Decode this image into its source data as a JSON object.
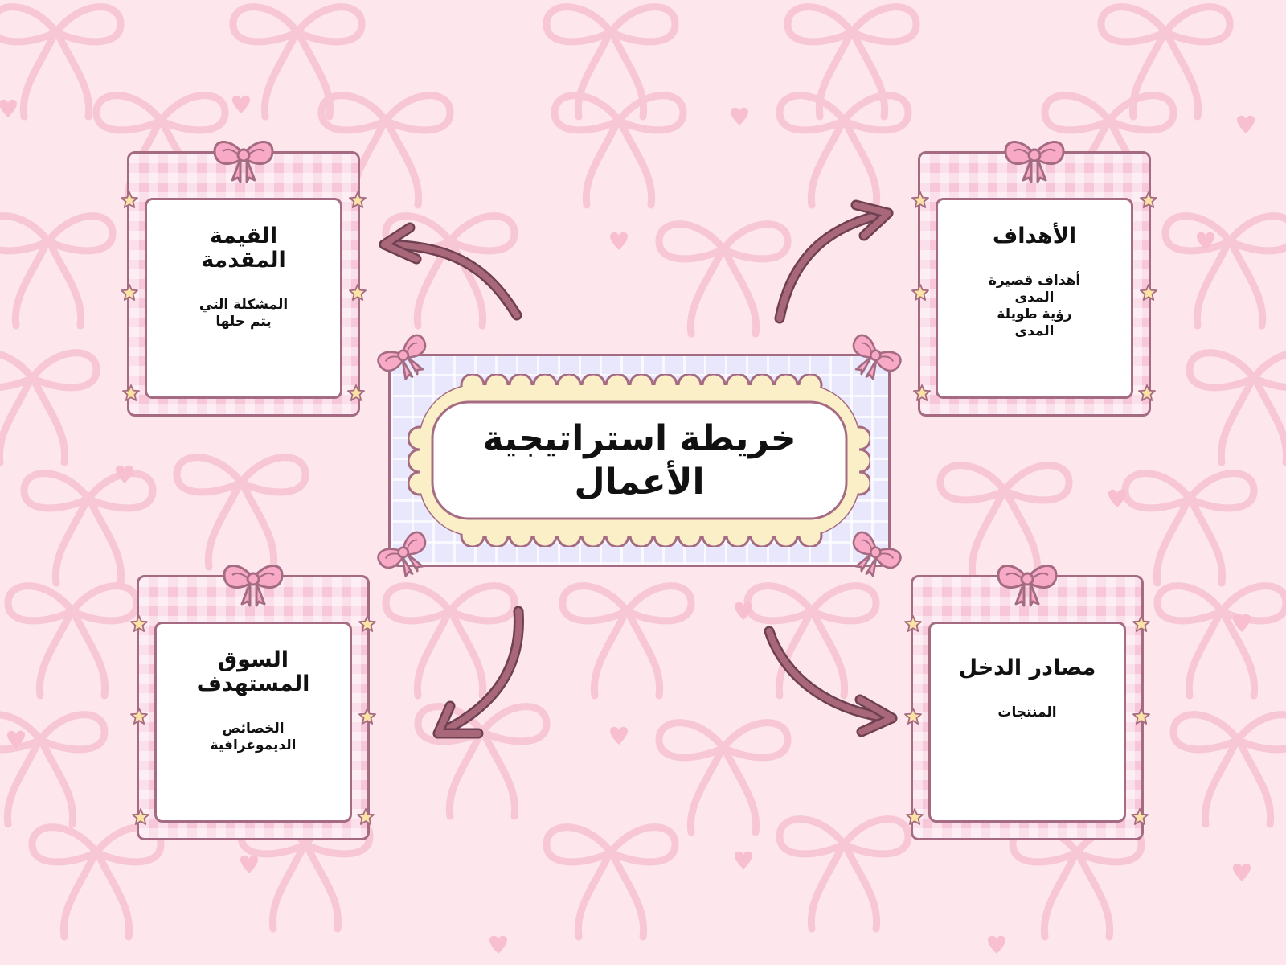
{
  "diagram": {
    "center": {
      "title_line1": "خريطة استراتيجية",
      "title_line2": "الأعمال"
    },
    "cards": {
      "value_proposition": {
        "title": "القيمة\nالمقدمة",
        "body": [
          "المشكلة التي",
          "يتم حلها"
        ]
      },
      "goals": {
        "title": "الأهداف",
        "body": [
          "أهداف قصيرة",
          "المدى",
          "رؤية طويلة",
          "المدى"
        ]
      },
      "target_market": {
        "title": "السوق\nالمستهدف",
        "body": [
          "الخصائص",
          "الديموغرافية"
        ]
      },
      "revenue_streams": {
        "title": "مصادر الدخل",
        "body": [
          "المنتجات"
        ]
      }
    },
    "colors": {
      "background": "#fde6ec",
      "frame_pink": "#f7c6d8",
      "outline": "#a46b82",
      "arrow": "#a8687a",
      "center_plaid": "#e9e7fb",
      "scallop": "#fbefc8",
      "star": "#fbe3a6"
    },
    "icons": [
      "bow-icon",
      "star-icon",
      "heart-icon",
      "curved-arrow-icon"
    ]
  }
}
